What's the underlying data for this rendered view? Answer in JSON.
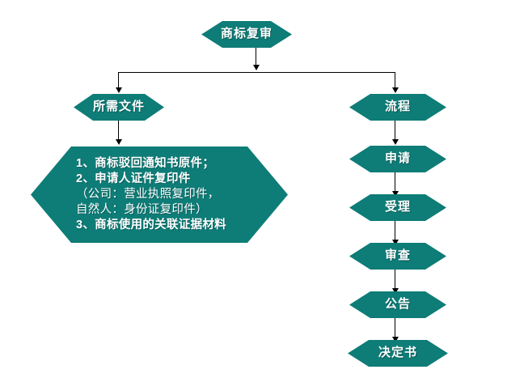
{
  "diagram": {
    "title_node": {
      "label": "商标复审"
    },
    "branches": {
      "left": {
        "label": "所需文件"
      },
      "right": {
        "label": "流程"
      }
    },
    "documents": {
      "lines": [
        {
          "text": "1、商标驳回通知书原件；",
          "bold": true
        },
        {
          "text": "2、申请人证件复印件",
          "bold": true
        },
        {
          "text": "（公司：营业执照复印件，",
          "bold": false
        },
        {
          "text": "自然人：身份证复印件）",
          "bold": false
        },
        {
          "text": "3、商标使用的关联证据材料",
          "bold": true
        }
      ]
    },
    "process_steps": [
      {
        "label": "申请"
      },
      {
        "label": "受理"
      },
      {
        "label": "审查"
      },
      {
        "label": "公告"
      },
      {
        "label": "决定书"
      }
    ],
    "colors": {
      "node_fill": "#0E7C77",
      "node_text": "#FFFFFF",
      "connector": "#000000",
      "background": "#FFFFFF"
    }
  }
}
